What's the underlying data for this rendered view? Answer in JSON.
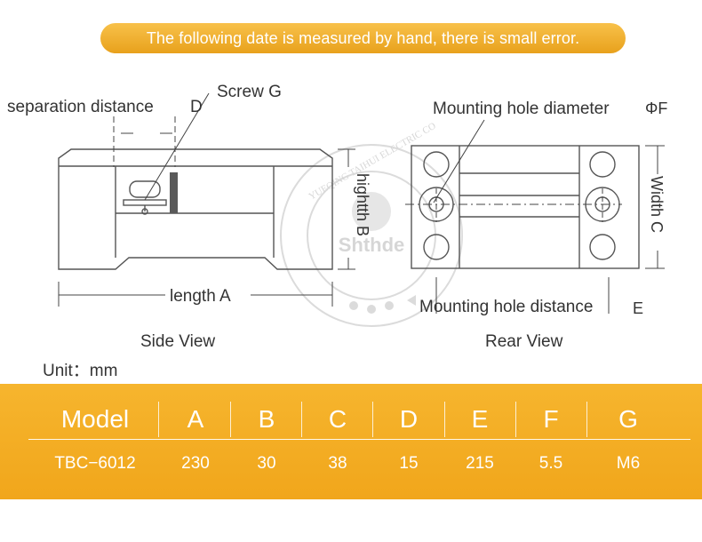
{
  "banner": "The following date is measured by hand, there is small error.",
  "labels": {
    "separation": "separation distance",
    "d": "D",
    "screw": "Screw G",
    "hole_diam": "Mounting hole diameter",
    "phi_f": "ΦF",
    "width": "Width C",
    "hight": "hightth B",
    "length": "length A",
    "hole_dist": "Mounting hole distance",
    "e": "E"
  },
  "captions": {
    "side": "Side View",
    "rear": "Rear View",
    "unit": "Unit：mm"
  },
  "watermark": {
    "brand": "Shthde",
    "ring": "YUEQING TAIHUI ELECTRIC CO"
  },
  "table": {
    "headers": [
      "Model",
      "A",
      "B",
      "C",
      "D",
      "E",
      "F",
      "G"
    ],
    "row": [
      "TBC−6012",
      "230",
      "30",
      "38",
      "15",
      "215",
      "5.5",
      "M6"
    ]
  },
  "colors": {
    "accent": "#f1a61b",
    "banner": "#eda424",
    "line": "#555555",
    "text": "#333333"
  }
}
